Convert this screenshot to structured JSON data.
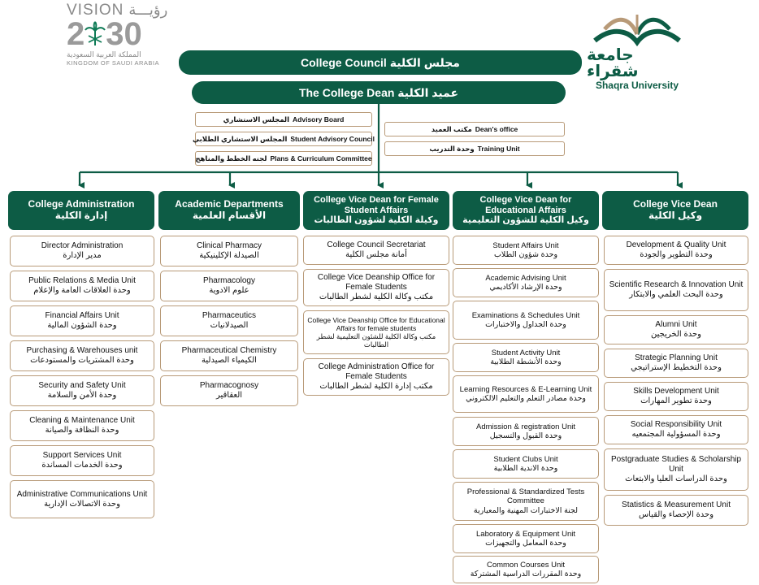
{
  "vision": {
    "word": "VISION",
    "ar_word": "رؤيـــة",
    "year_left": "2",
    "year_right": "30",
    "country_ar": "المملكة العربية السعودية",
    "country_en": "KINGDOM OF SAUDI ARABIA"
  },
  "university": {
    "name_ar": "جامعة شقراء",
    "name_en": "Shaqra University"
  },
  "council": {
    "label": "College Council مجلس الكلية"
  },
  "dean": {
    "label": "The College Dean عميد الكلية"
  },
  "left_small": [
    {
      "ar": "المجلس الاستشاري",
      "en": "Advisory Board"
    },
    {
      "ar": "المجلس الاستشاري الطلابي",
      "en": "Student Advisory Council"
    },
    {
      "ar": "لجنه الخطط والمناهج",
      "en": "Plans & Curriculum Committee"
    }
  ],
  "right_small": [
    {
      "ar": "مكتب العميد",
      "en": "Dean's office"
    },
    {
      "ar": "وحدة التدريب",
      "en": "Training Unit"
    }
  ],
  "columns": [
    {
      "header_en": "College Administration",
      "header_ar": "إدارة الكلية",
      "units": [
        {
          "en": "Director Administration",
          "ar": "مدير الإدارة"
        },
        {
          "en": "Public Relations & Media Unit",
          "ar": "وحدة العلاقات العامة والإعلام"
        },
        {
          "en": "Financial Affairs Unit",
          "ar": "وحدة الشؤون المالية"
        },
        {
          "en": "Purchasing & Warehouses unit",
          "ar": "وحدة المشتريات والمستودعات"
        },
        {
          "en": "Security and Safety Unit",
          "ar": "وحدة الأمن والسلامة"
        },
        {
          "en": "Cleaning & Maintenance Unit",
          "ar": "وحدة النظافة والصيانة"
        },
        {
          "en": "Support Services Unit",
          "ar": "وحدة الخدمات المساندة"
        },
        {
          "en": "Administrative Communications Unit",
          "ar": "وحدة الاتصالات الإدارية"
        }
      ]
    },
    {
      "header_en": "Academic Departments",
      "header_ar": "الأقسام العلمية",
      "units": [
        {
          "en": "Clinical Pharmacy",
          "ar": "الصيدلة الإكلينيكية"
        },
        {
          "en": "Pharmacology",
          "ar": "علوم الادوية"
        },
        {
          "en": "Pharmaceutics",
          "ar": "الصيدلانيات"
        },
        {
          "en": "Pharmaceutical Chemistry",
          "ar": "الكيمياء الصيدلية"
        },
        {
          "en": "Pharmacognosy",
          "ar": "العقاقير"
        }
      ]
    },
    {
      "header_en": "College Vice Dean for Female Student Affairs",
      "header_ar": "وكيلة الكلية لشؤون الطالبات",
      "units": [
        {
          "en": "College Council Secretariat",
          "ar": "أمانة مجلس الكلية"
        },
        {
          "en": "College Vice Deanship Office for Female Students",
          "ar": "مكتب وكالة الكلية لشطر الطالبات"
        },
        {
          "en": "College Vice Deanship Office for Educational Affairs for female students",
          "ar": "مكتب وكالة الكلية للشئون التعليمية لشطر الطالبات"
        },
        {
          "en": "College Administration Office for Female Students",
          "ar": "مكتب إدارة الكلية لشطر الطالبات"
        }
      ]
    },
    {
      "header_en": "College Vice Dean for Educational Affairs",
      "header_ar": "وكيل الكلية للشؤون التعليمية",
      "units": [
        {
          "en": "Student Affairs Unit",
          "ar": "وحدة شؤون الطلاب"
        },
        {
          "en": "Academic Advising Unit",
          "ar": "وحدة الإرشاد الأكاديمي"
        },
        {
          "en": "Examinations & Schedules Unit",
          "ar": "وحدة الجداول والاختبارات"
        },
        {
          "en": "Student Activity Unit",
          "ar": "وحدة الأنشطة الطلابية"
        },
        {
          "en": "Learning Resources & E-Learning Unit",
          "ar": "وحدة مصادر التعلم والتعليم الالكتروني"
        },
        {
          "en": "Admission & registration Unit",
          "ar": "وحدة القبول والتسجيل"
        },
        {
          "en": "Student Clubs Unit",
          "ar": "وحدة الاندية الطلابية"
        },
        {
          "en": "Professional & Standardized Tests Committee",
          "ar": "لجنة الاختبارات المهنية والمعيارية"
        },
        {
          "en": "Laboratory & Equipment Unit",
          "ar": "وحدة المعامل والتجهيزات"
        },
        {
          "en": "Common Courses Unit",
          "ar": "وحدة المقررات الدراسية المشتركة"
        }
      ]
    },
    {
      "header_en": "College Vice Dean",
      "header_ar": "وكيل الكلية",
      "units": [
        {
          "en": "Development & Quality Unit",
          "ar": "وحدة التطوير والجودة"
        },
        {
          "en": "Scientific Research & Innovation Unit",
          "ar": "وحدة البحث العلمي والابتكار"
        },
        {
          "en": "Alumni Unit",
          "ar": "وحدة الخريجين"
        },
        {
          "en": "Strategic Planning Unit",
          "ar": "وحدة التخطيط الإستراتيجي"
        },
        {
          "en": "Skills Development Unit",
          "ar": "وحدة تطوير المهارات"
        },
        {
          "en": "Social Responsibility Unit",
          "ar": "وحدة المسؤولية المجتمعيه"
        },
        {
          "en": "Postgraduate Studies & Scholarship Unit",
          "ar": "وحدة الدراسات العليا والابتعاث"
        },
        {
          "en": "Statistics & Measurement Unit",
          "ar": "وحدة الإحصاء والقياس"
        }
      ]
    }
  ]
}
